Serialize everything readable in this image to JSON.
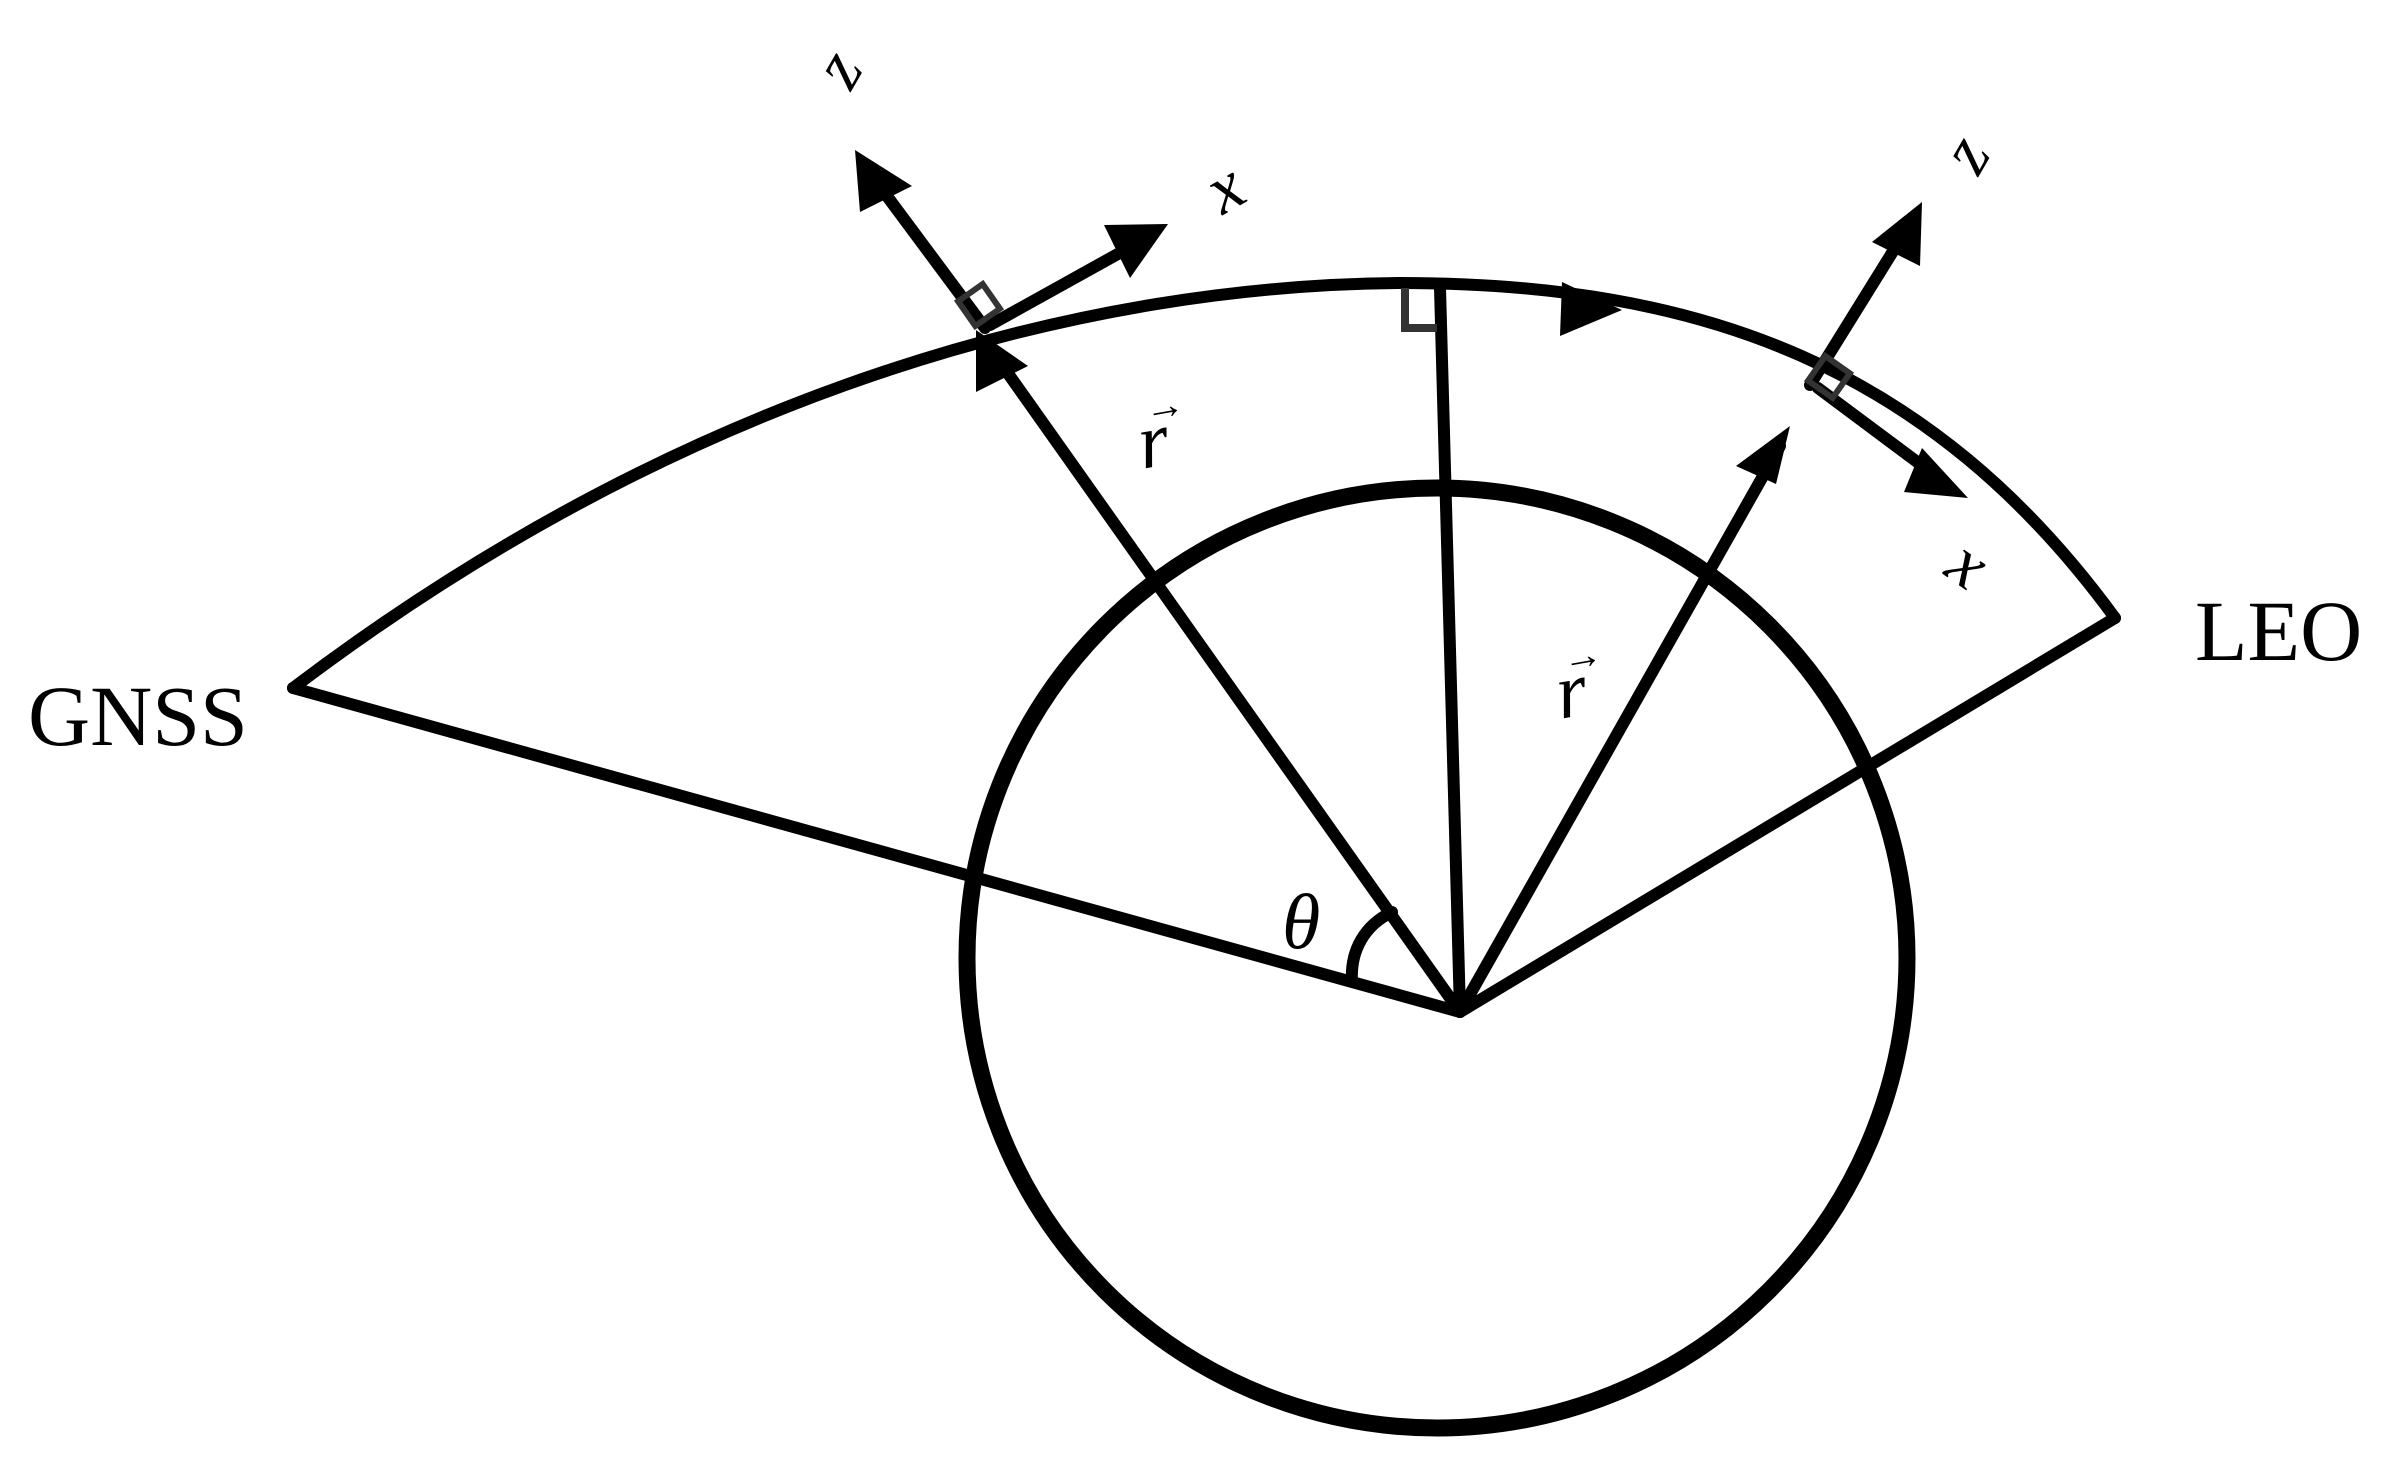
{
  "labels": {
    "left_endpoint": "GNSS",
    "right_endpoint": "LEO",
    "angle": "θ",
    "left_position_vector": "r",
    "right_position_vector": "r",
    "vector_arrow": "→",
    "left_frame_z": "z",
    "left_frame_x": "x",
    "right_frame_z": "z",
    "right_frame_x": "x"
  },
  "colors": {
    "ink": "#000000",
    "background": "#ffffff",
    "right_angle_marker": "#333333"
  }
}
